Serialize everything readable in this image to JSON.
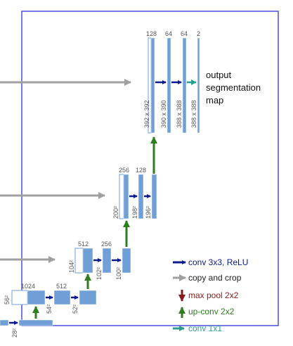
{
  "colors": {
    "frame": "#4a4fd6",
    "block": "#6f9fd6",
    "block_light": "#ffffff",
    "conv": "#0b1a8c",
    "copy": "#a0a0a0",
    "pool": "#8b1a1a",
    "upconv": "#2e7d1f",
    "conv1x1": "#2a9d8f"
  },
  "output_label": [
    "output",
    "segmentation",
    "map"
  ],
  "channels": {
    "top": [
      "128",
      "64",
      "64",
      "2"
    ],
    "level2": [
      "256",
      "128"
    ],
    "level3": [
      "512",
      "256"
    ],
    "level4": [
      "1024",
      "512"
    ]
  },
  "sizes": {
    "top": [
      "392 x 392",
      "390 x 390",
      "388 x 388",
      "388 x 388"
    ],
    "level2": [
      "200²",
      "198²",
      "196²"
    ],
    "level3": [
      "104²",
      "102²",
      "100²"
    ],
    "level4": [
      "56²",
      "54²",
      "52²"
    ],
    "bottom": "28²"
  },
  "legend": [
    {
      "key": "conv",
      "label": "conv 3x3, ReLU",
      "arrow": "right"
    },
    {
      "key": "copy",
      "label": "copy and crop",
      "arrow": "right"
    },
    {
      "key": "pool",
      "label": "max pool 2x2",
      "arrow": "down"
    },
    {
      "key": "upconv",
      "label": "up-conv 2x2",
      "arrow": "up"
    },
    {
      "key": "conv1x1",
      "label": "conv 1x1",
      "arrow": "right"
    }
  ]
}
